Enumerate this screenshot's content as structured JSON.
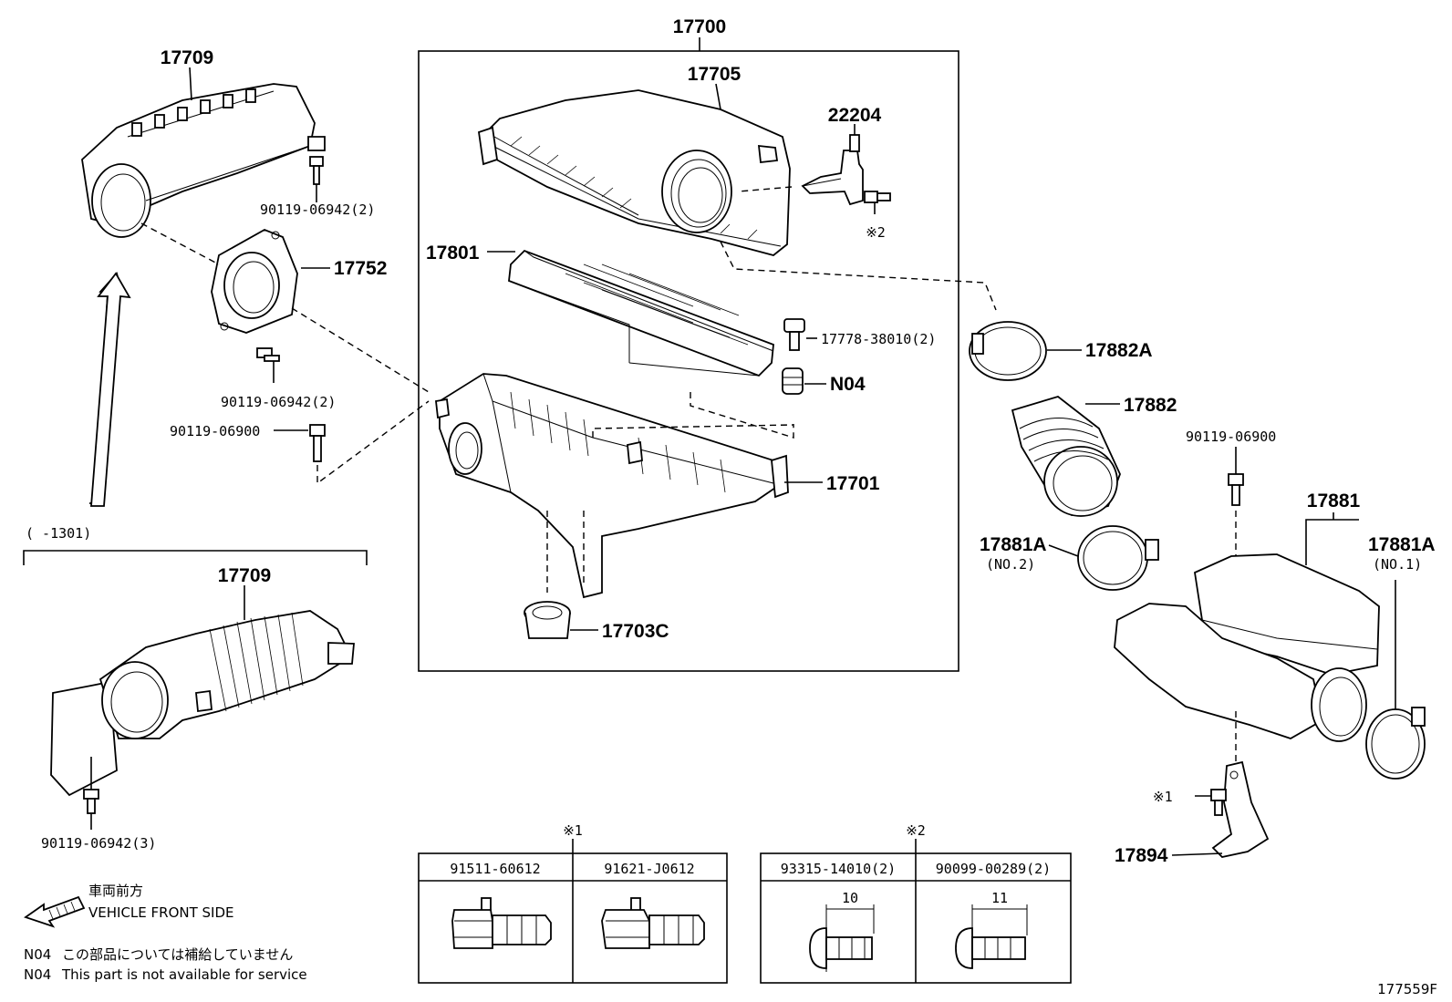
{
  "parts": {
    "p17700": "17700",
    "p17705": "17705",
    "p22204": "22204",
    "p17709_top": "17709",
    "p90119_06942_2a": "90119-06942(2)",
    "p17752": "17752",
    "p17801": "17801",
    "p17778": "17778-38010(2)",
    "p90119_06942_2b": "90119-06942(2)",
    "p90119_06900_left": "90119-06900",
    "n04_label": "N04",
    "p17701": "17701",
    "p17703c": "17703C",
    "p17882a": "17882A",
    "p17882": "17882",
    "p90119_06900_right": "90119-06900",
    "p17881": "17881",
    "p17881a_no2": "17881A",
    "p17881a_no2_sub": "(NO.2)",
    "p17881a_no1": "17881A",
    "p17881a_no1_sub": "(NO.1)",
    "p17709_bottom": "17709",
    "p90119_06942_3": "90119-06942(3)",
    "p17894": "17894",
    "mark1_short": "※1",
    "mark2_short": "※2"
  },
  "range_label": "(    -1301)",
  "table1": {
    "mark": "※1",
    "headers": [
      "91511-60612",
      "91621-J0612"
    ]
  },
  "table2": {
    "mark": "※2",
    "headers": [
      "93315-14010(2)",
      "90099-00289(2)"
    ],
    "dims": [
      "10",
      "11"
    ]
  },
  "front": {
    "jp": "車両前方",
    "en": "VEHICLE FRONT SIDE"
  },
  "notes": [
    {
      "code": "N04",
      "text": "この部品については補給していません"
    },
    {
      "code": "N04",
      "text": "This part is not available for service"
    }
  ],
  "figure_id": "177559F"
}
